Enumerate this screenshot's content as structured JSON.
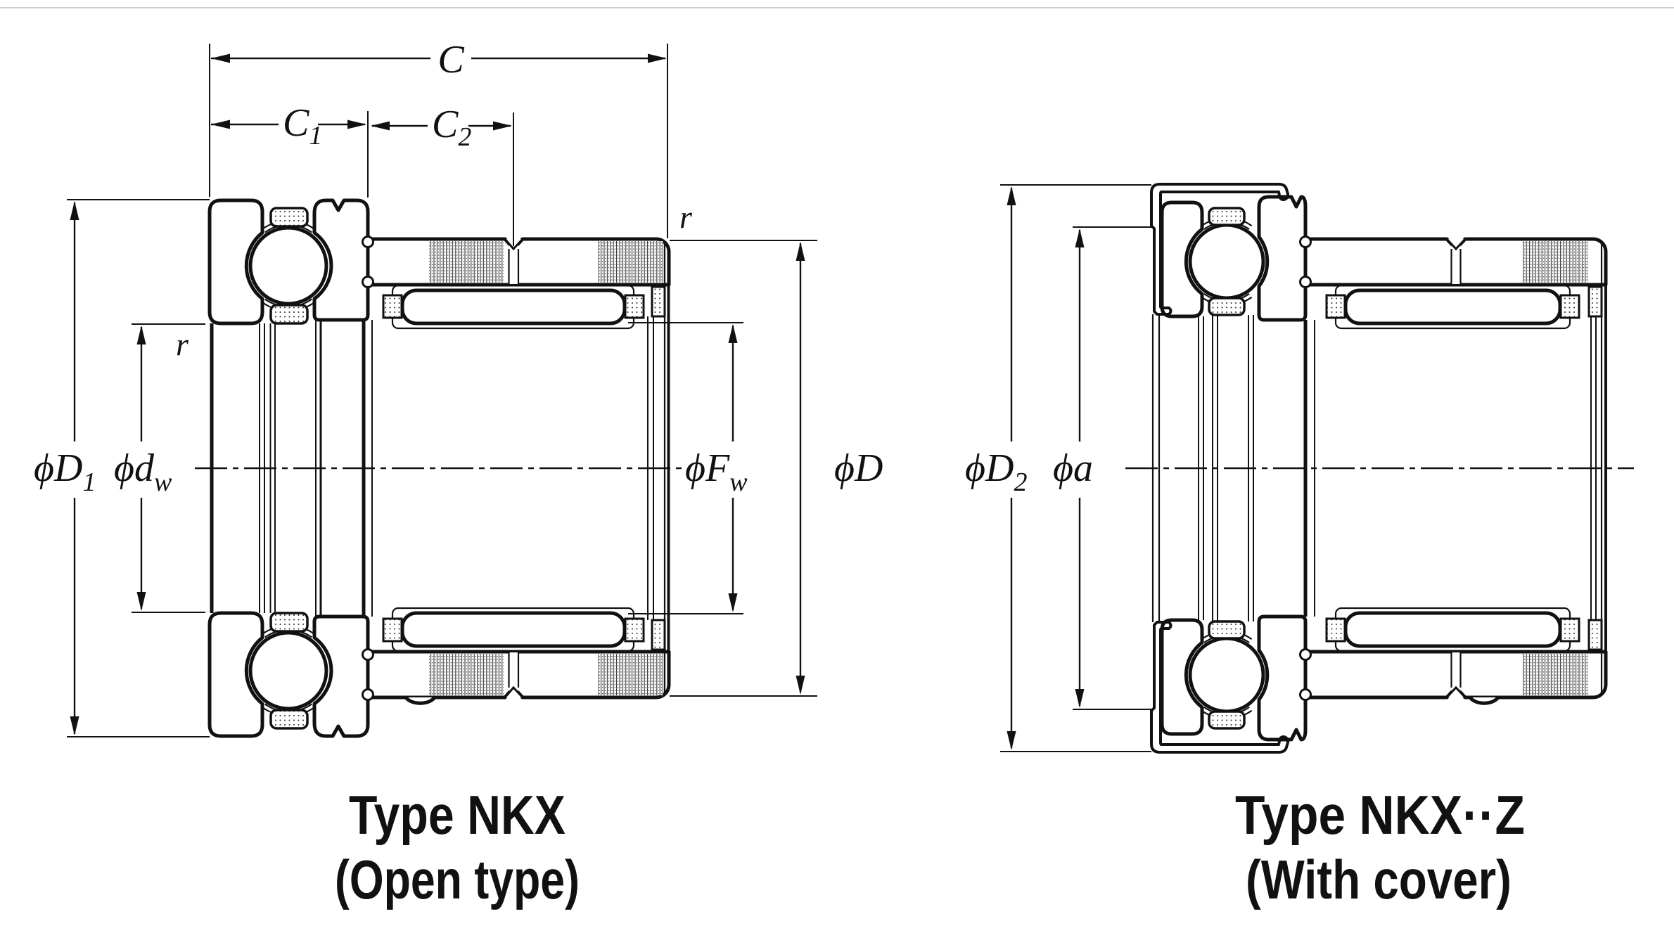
{
  "page": {
    "background": "#ffffff",
    "ink_color": "#111111",
    "top_rule_color": "#d0d0d0"
  },
  "diagrams": {
    "left": {
      "caption_line1": "Type NKX",
      "caption_line2": "(Open type)",
      "dims": {
        "c": {
          "phi": "",
          "main": "C",
          "sub": ""
        },
        "c1": {
          "phi": "",
          "main": "C",
          "sub": "1"
        },
        "c2": {
          "phi": "",
          "main": "C",
          "sub": "2"
        },
        "r_top": {
          "phi": "",
          "main": "r",
          "sub": ""
        },
        "r_left": {
          "phi": "",
          "main": "r",
          "sub": ""
        },
        "d1": {
          "phi": "ϕ",
          "main": "D",
          "sub": "1"
        },
        "dw": {
          "phi": "ϕ",
          "main": "d",
          "sub": "w"
        },
        "fw": {
          "phi": "ϕ",
          "main": "F",
          "sub": "w"
        },
        "d": {
          "phi": "ϕ",
          "main": "D",
          "sub": ""
        }
      }
    },
    "right": {
      "caption_line1": "Type NKX··Z",
      "caption_line2": "(With cover)",
      "dims": {
        "d2": {
          "phi": "ϕ",
          "main": "D",
          "sub": "2"
        },
        "a": {
          "phi": "ϕ",
          "main": "a",
          "sub": ""
        }
      }
    }
  }
}
